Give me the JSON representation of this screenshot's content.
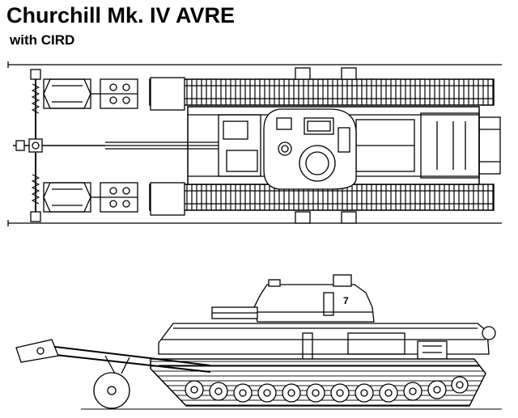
{
  "title": "Churchill Mk. IV AVRE",
  "subtitle": "with CIRD",
  "turret_number": "7",
  "line_color": "#000000",
  "background_color": "#ffffff",
  "views": [
    "top-view",
    "side-view"
  ]
}
